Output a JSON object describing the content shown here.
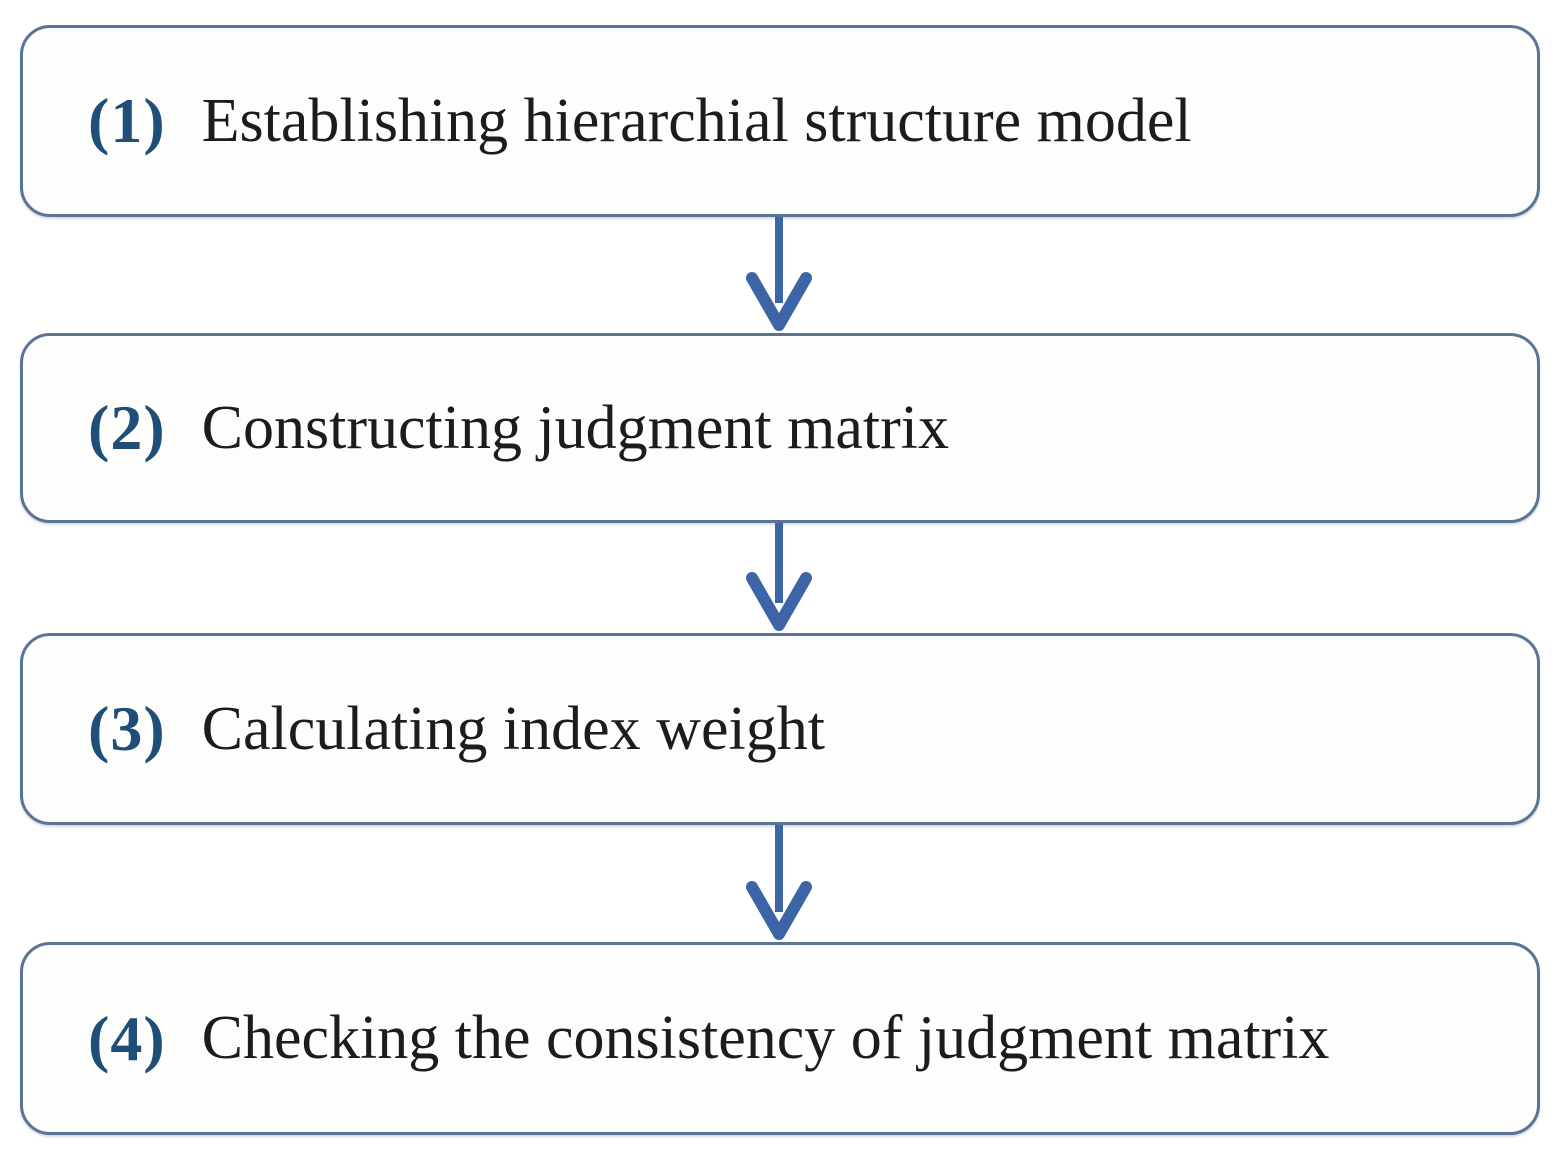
{
  "diagram": {
    "type": "flowchart",
    "direction": "top-to-bottom",
    "steps": [
      {
        "number": "(1)",
        "label": "Establishing hierarchial structure model"
      },
      {
        "number": "(2)",
        "label": "Constructing judgment matrix"
      },
      {
        "number": "(3)",
        "label": "Calculating index weight"
      },
      {
        "number": "(4)",
        "label": "Checking the consistency of judgment matrix"
      }
    ],
    "connectors": [
      {
        "from": 1,
        "to": 2,
        "icon": "down-arrow"
      },
      {
        "from": 2,
        "to": 3,
        "icon": "down-arrow"
      },
      {
        "from": 3,
        "to": 4,
        "icon": "down-arrow"
      }
    ],
    "colors": {
      "page_background": "#ffffff",
      "box_background": "#fdfdfb",
      "box_border": "#5b7395",
      "step_number": "#1f4e79",
      "step_text": "#1c1c1c",
      "arrow": "#3c64a6"
    }
  }
}
